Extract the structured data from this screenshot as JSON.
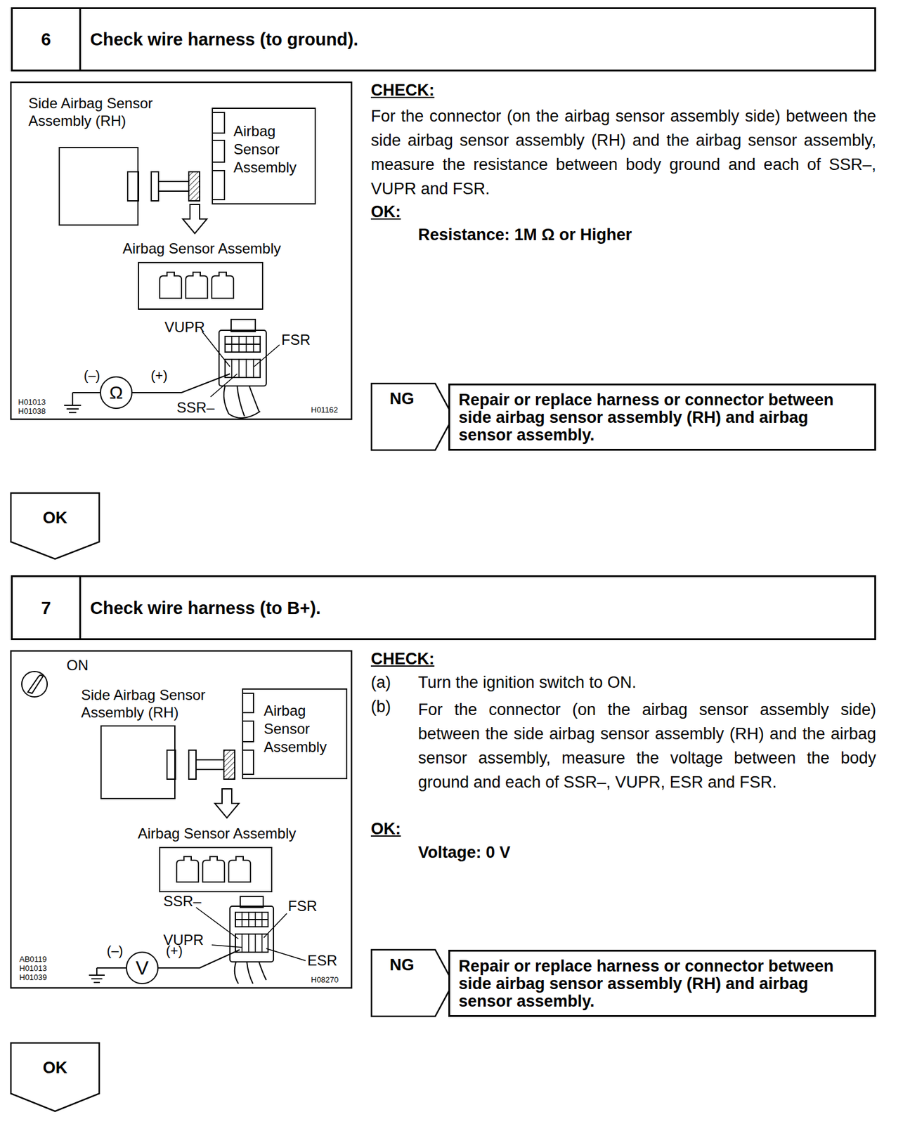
{
  "diagram": {
    "nodes": [
      {
        "text": [
          "6",
          "Check wire harness (to ground)."
        ]
      },
      {
        "text": [
          "Side Airbag Sensor Assembly (RH)"
        ]
      },
      {
        "text": [
          "Airbag Sensor Assembly"
        ]
      },
      {
        "text": [
          "Airbag Sensor Assembly"
        ]
      },
      {
        "text": [
          "NG"
        ]
      },
      {
        "text": [
          "Repair or replace harness or connector between side airbag sensor assembly (RH) and airbag sensor assembly."
        ]
      },
      {
        "text": [
          "OK"
        ]
      },
      {
        "text": [
          "7",
          "Check wire harness (to B+)."
        ]
      },
      {
        "text": [
          "Side Airbag Sensor Assembly (RH)"
        ]
      },
      {
        "text": [
          "Airbag Sensor Assembly"
        ]
      },
      {
        "text": [
          "Airbag Sensor Assembly"
        ]
      },
      {
        "text": [
          "NG"
        ]
      },
      {
        "text": [
          "Repair or replace harness or connector between side airbag sensor assembly (RH) and airbag sensor assembly."
        ]
      },
      {
        "text": [
          "OK"
        ]
      }
    ],
    "labels": [
      "VUPR",
      "FSR",
      "SSR–",
      "(–)",
      "Ω",
      "(+)",
      "H01013",
      "H01038",
      "H01162",
      "CHECK:",
      "For the connector (on the airbag sensor assembly side) between the side airbag sensor assembly (RH) and the airbag sensor assembly, measure the resistance between body ground and each of SSR–, VUPR and FSR.",
      "OK:",
      "Resistance: 1M Ω or Higher",
      "ON",
      "SSR–",
      "FSR",
      "VUPR",
      "ESR",
      "(–)",
      "V",
      "(+)",
      "AB0119",
      "H01013",
      "H01039",
      "H08270",
      "CHECK:",
      "(a)",
      "Turn the ignition switch to ON.",
      "(b)",
      "For the connector (on the airbag sensor assembly side) between the side airbag sensor assembly (RH) and the airbag sensor assembly, measure the voltage between the body ground and each of SSR–, VUPR, ESR and FSR.",
      "OK:",
      "Voltage: 0 V"
    ]
  }
}
